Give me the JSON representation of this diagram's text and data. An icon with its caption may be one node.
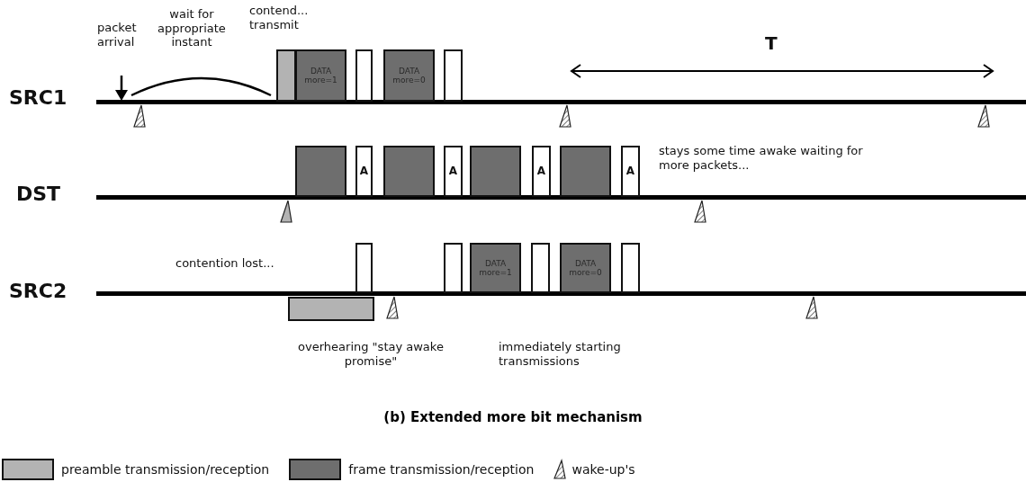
{
  "diagram": {
    "caption": "(b) Extended more bit mechanism",
    "nodes": [
      {
        "text": [],
        "shape": "box"
      },
      {
        "text": [
          "DATA more=1"
        ]
      },
      {
        "text": [],
        "shape": "box"
      },
      {
        "text": [
          "DATA more=0"
        ]
      },
      {
        "text": [],
        "shape": "box"
      },
      {
        "text": [],
        "shape": "box"
      },
      {
        "text": [
          "A"
        ]
      },
      {
        "text": [],
        "shape": "box"
      },
      {
        "text": [
          "A"
        ]
      },
      {
        "text": [],
        "shape": "box"
      },
      {
        "text": [
          "A"
        ]
      },
      {
        "text": [],
        "shape": "box"
      },
      {
        "text": [
          "A"
        ]
      },
      {
        "text": [],
        "shape": "box"
      },
      {
        "text": [],
        "shape": "box"
      },
      {
        "text": [
          "DATA more=1"
        ]
      },
      {
        "text": [],
        "shape": "box"
      },
      {
        "text": [
          "DATA more=0"
        ]
      },
      {
        "text": [],
        "shape": "box"
      },
      {
        "text": [],
        "shape": "box"
      }
    ],
    "edges": [],
    "labels": [
      "packet arrival",
      "wait for appropriate instant",
      "contend... transmit",
      "T",
      "SRC1",
      "DST",
      "stays some time awake waiting for more packets...",
      "contention lost...",
      "SRC2",
      "overhearing \"stay awake promise\"",
      "immediately starting transmissions"
    ],
    "legend": [
      {
        "text": "preamble transmission/reception",
        "color": "#b3b3b3"
      },
      {
        "text": "frame transmission/reception",
        "color": "#6e6e6e"
      },
      {
        "text": "wake-up's"
      }
    ]
  }
}
